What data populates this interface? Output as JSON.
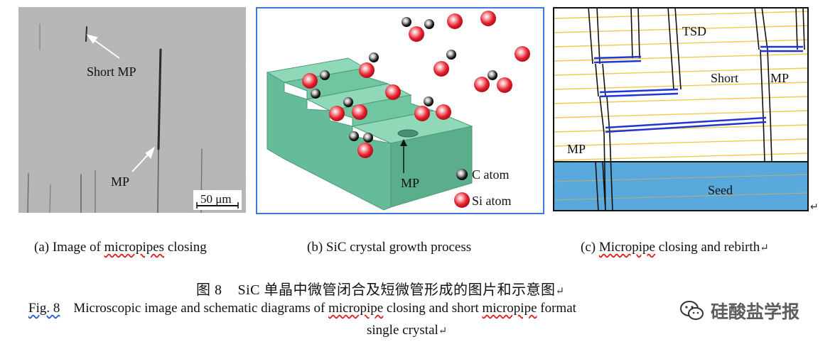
{
  "panel_a": {
    "label_short_mp": "Short MP",
    "label_mp": "MP",
    "scale_bar": "50 μm"
  },
  "panel_b": {
    "label_mp": "MP",
    "legend_c": "C atom",
    "legend_si": "Si atom"
  },
  "panel_c": {
    "label_tsd": "TSD",
    "label_short": "Short",
    "label_mp_right": "MP",
    "label_mp_left": "MP",
    "label_seed": "Seed"
  },
  "captions": {
    "a_prefix": "(a) Image of ",
    "a_word": "micropipes",
    "a_suffix": " closing",
    "b": "(b) SiC crystal growth process",
    "c_prefix": "(c) ",
    "c_word": "Micropipe",
    "c_suffix": " closing and rebirth"
  },
  "figure_title": {
    "cn": "图 8    SiC 单晶中微管闭合及短微管形成的图片和示意图",
    "en_fig": "Fig. 8",
    "en_1": "    Microscopic image and schematic diagrams of ",
    "en_word1": "micropipe",
    "en_2": " closing and short ",
    "en_word2": "micropipe",
    "en_3": " format",
    "en_line2": "single crystal"
  },
  "return_mark": "↵",
  "watermark": {
    "text": "硅酸盐学报",
    "icon": "wechat-icon"
  },
  "colors": {
    "stair_green": "#72c9a4",
    "si_red": "#e8202e",
    "c_black": "#222222",
    "seed_blue": "#5aa9dc",
    "layer_yellow": "#f2c94c",
    "closing_blue": "#1f35d6"
  }
}
